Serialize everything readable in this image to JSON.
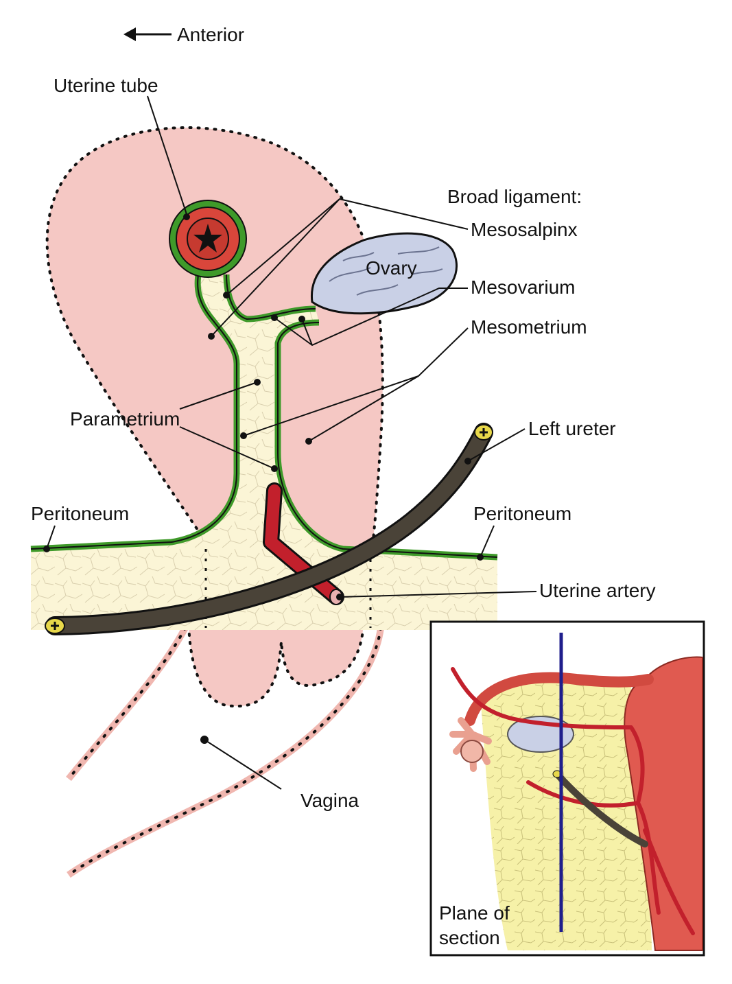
{
  "orientation": {
    "label": "Anterior",
    "arrow": "left-arrow"
  },
  "labels": {
    "uterine_tube": "Uterine tube",
    "broad_ligament": "Broad ligament:",
    "mesosalpinx": "Mesosalpinx",
    "ovary": "Ovary",
    "mesovarium": "Mesovarium",
    "mesometrium": "Mesometrium",
    "parametrium": "Parametrium",
    "left_ureter": "Left ureter",
    "peritoneum_left": "Peritoneum",
    "peritoneum_right": "Peritoneum",
    "uterine_artery": "Uterine artery",
    "vagina": "Vagina"
  },
  "inset": {
    "caption_line1": "Plane of",
    "caption_line2": "section"
  },
  "colors": {
    "uterus_pink": "#f5c8c4",
    "peritoneum_green": "#3f9a2a",
    "parametrium_cream": "#fbf5d6",
    "artery_red": "#c2202c",
    "ureter_gray": "#4a4338",
    "ovary_blue": "#c9d0e6",
    "plane_blue": "#1f1e8c"
  }
}
